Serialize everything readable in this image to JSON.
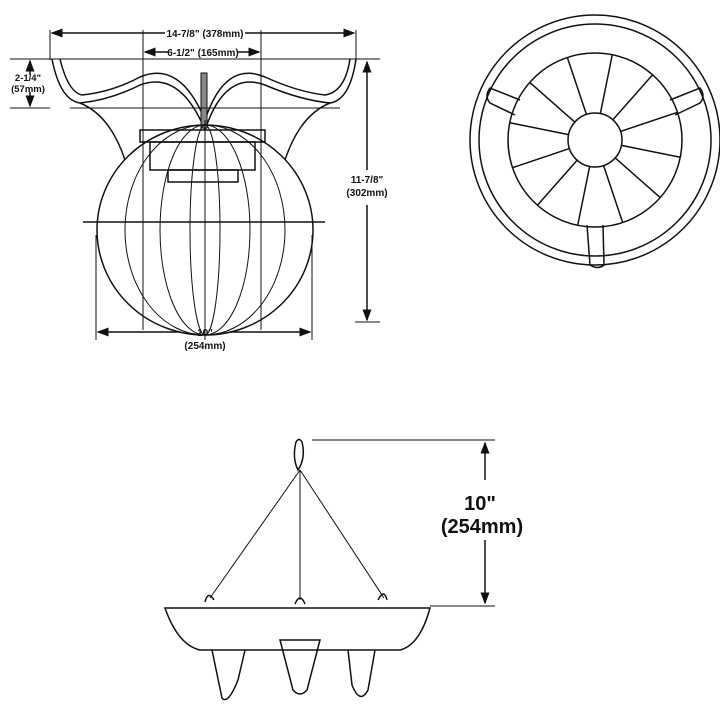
{
  "dimensions": {
    "overall_width": "14-7/8\" (378mm)",
    "canopy_width": "6-1/2\" (165mm)",
    "canopy_height_in": "2-1/4\"",
    "canopy_height_mm": "(57mm)",
    "overall_height_in": "11-7/8\"",
    "overall_height_mm": "(302mm)",
    "globe_width_in": "10\"",
    "globe_width_mm": "(254mm)",
    "chain_height_in": "10\"",
    "chain_height_mm": "(254mm)"
  },
  "colors": {
    "line": "#111111",
    "background": "#ffffff"
  }
}
